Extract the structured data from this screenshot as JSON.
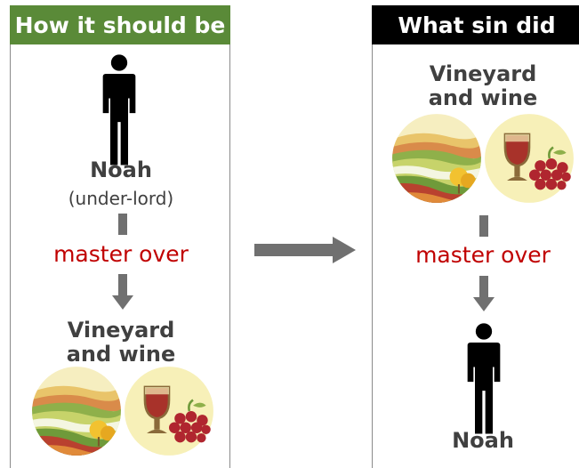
{
  "left_panel": {
    "header": "How it should be",
    "person_name": "Noah",
    "person_role": "(under-lord)",
    "relation": "master over",
    "object_label_line1": "Vineyard",
    "object_label_line2": "and wine"
  },
  "right_panel": {
    "header": "What sin did",
    "object_label_line1": "Vineyard",
    "object_label_line2": "and wine",
    "relation": "master over",
    "person_name": "Noah"
  },
  "colors": {
    "left_header": "#5a8a38",
    "right_header": "#000000",
    "relation_text": "#c00000",
    "arrow": "#707070"
  },
  "icons": [
    "person-icon",
    "vineyard-icon",
    "wine-grapes-icon",
    "arrow-right-icon",
    "arrow-down-icon"
  ]
}
